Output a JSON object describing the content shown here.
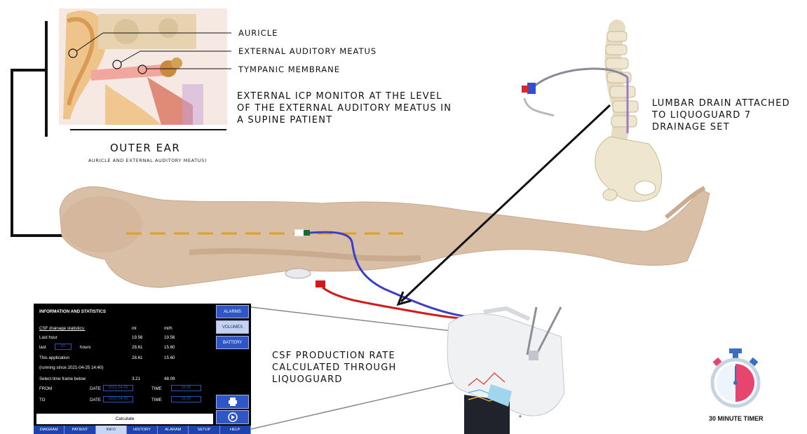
{
  "ear": {
    "labels": [
      "AURICLE",
      "EXTERNAL AUDITORY MEATUS",
      "TYMPANIC MEMBRANE"
    ],
    "title": "OUTER EAR",
    "subtitle": "AURICLE AND EXTERNAL AUDITORY MEATUS)"
  },
  "captions": {
    "icp": [
      "EXTERNAL ICP MONITOR AT THE LEVEL",
      "OF THE EXTERNAL AUDITORY MEATUS IN",
      "A SUPINE PATIENT"
    ],
    "lumbar": [
      "LUMBAR DRAIN ATTACHED",
      "TO LIQUOGUARD 7",
      "DRAINAGE SET"
    ],
    "csf": [
      "CSF PRODUCTION RATE",
      "CALCULATED THROUGH",
      "LIQUOGUARD"
    ]
  },
  "timer_label": "30 MINUTE TIMER",
  "screen": {
    "header": "INFORMATION AND STATISTICS",
    "section": "CSF drainage statistics:",
    "col_ml": "ml",
    "col_mlh": "ml/h",
    "rows": {
      "last_hour": {
        "label": "Last hour",
        "ml": "19.56",
        "mlh": "19.56"
      },
      "last": {
        "label": "last",
        "value": "02",
        "unit": "hours",
        "ml": "28.61",
        "mlh": "15.60"
      },
      "this_app": {
        "label": "This application",
        "ml": "28.61",
        "mlh": "15.60"
      }
    },
    "running": "(running since 2021-04-25 14:40)",
    "timeframe": {
      "label": "Select time frame below",
      "ml": "3.21",
      "mlh": "48.09"
    },
    "from": {
      "label": "FROM",
      "date_label": "DATE",
      "date": "2021-04-26",
      "time_label": "TIME",
      "time": "16:00"
    },
    "to": {
      "label": "TO",
      "date_label": "DATE",
      "date": "2021-04-26",
      "time_label": "TIME",
      "time": "16:30"
    },
    "calculate": "Calculate",
    "side_buttons": [
      "ALARMS",
      "VOLUMES",
      "BATTERY"
    ],
    "tabs": [
      "DIAGRAM",
      "PATIENT",
      "INFO",
      "HISTORY",
      "ALARAM",
      "SETUP",
      "HELP"
    ],
    "active_tab": "INFO"
  },
  "colors": {
    "dashed_line": "#e0a020",
    "blue_tube": "#3b3fc6",
    "red_tube": "#d21a1a",
    "skin": "#d9bfa6",
    "timer_face": "#e8456e"
  }
}
